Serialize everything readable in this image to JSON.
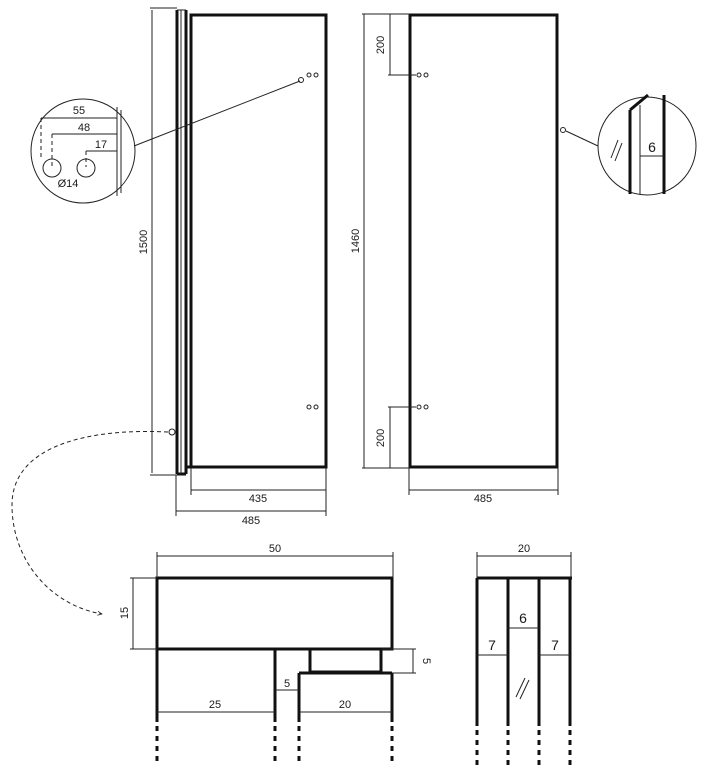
{
  "front_view": {
    "height": "1500",
    "inner_width": "435",
    "outer_width": "485"
  },
  "back_view": {
    "height": "1460",
    "top_offset": "200",
    "bottom_offset": "200",
    "width": "485"
  },
  "hole_detail": {
    "dim_55": "55",
    "dim_48": "48",
    "dim_17": "17",
    "diameter": "Ø14"
  },
  "glass_detail": {
    "thickness": "6"
  },
  "profile_section": {
    "width": "50",
    "height": "15",
    "left_leg": "25",
    "gap": "5",
    "right_leg": "20",
    "step": "5"
  },
  "frame_section": {
    "width": "20",
    "left": "7",
    "glass": "6",
    "right": "7"
  }
}
